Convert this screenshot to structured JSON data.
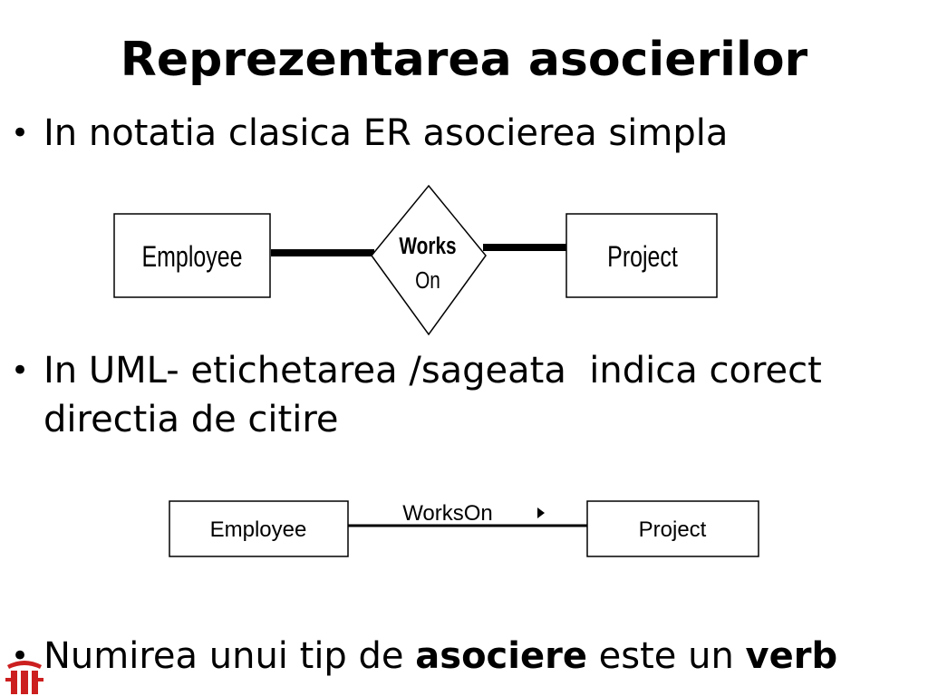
{
  "slide": {
    "title": "Reprezentarea asocierilor",
    "bullets": [
      {
        "text": "In notatia clasica ER asocierea simpla"
      },
      {
        "text_lines": [
          "In UML- etichetarea /sageata  indica corect",
          "directia de citire"
        ]
      },
      {
        "parts": [
          "Numirea unui tip de ",
          "asociere",
          " este un ",
          "verb"
        ]
      }
    ],
    "bullet_symbol": "•"
  },
  "er_diagram": {
    "entity_left": "Employee",
    "entity_right": "Project",
    "relationship_line1": "Works",
    "relationship_line2": "On"
  },
  "uml_diagram": {
    "class_left": "Employee",
    "class_right": "Project",
    "association_label": "WorksOn",
    "direction_arrow": "▸"
  },
  "logo": {
    "icon": "university-logo-icon",
    "color": "#cc1f1f"
  }
}
